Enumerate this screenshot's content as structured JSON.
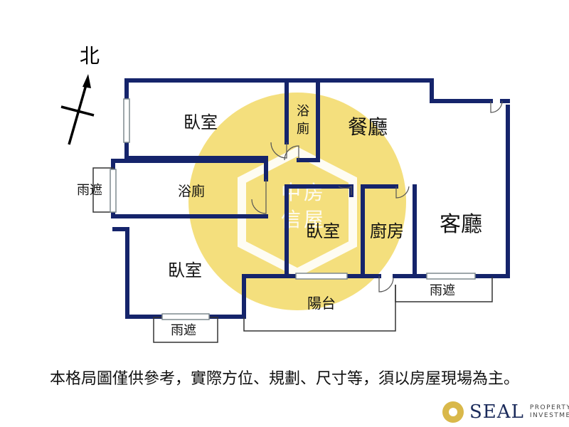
{
  "compass": {
    "label": "北"
  },
  "rooms": {
    "bedroom_top": "臥室",
    "bath_small": "浴廁",
    "dining": "餐廳",
    "bath_mid": "浴廁",
    "canopy_left": "雨遮",
    "bedroom_mid": "臥室",
    "kitchen": "廚房",
    "living": "客廳",
    "bedroom_bottom": "臥室",
    "balcony": "陽台",
    "canopy_right": "雨遮",
    "canopy_bottom": "雨遮"
  },
  "watermark": {
    "chars": [
      "中",
      "信",
      "房",
      "屋"
    ]
  },
  "disclaimer": "本格局圖僅供參考，實際方位、規劃、尺寸等，須以房屋現場為主。",
  "logo": {
    "name": "SEAL",
    "sub_line1": "PROPERTY",
    "sub_line2": "INVESTMENT"
  },
  "colors": {
    "wall": "#15246b",
    "window": "#7f8a8f",
    "watermark": "#f1d860",
    "logo_gold": "#d9b84a",
    "logo_text": "#1a2a5a"
  }
}
